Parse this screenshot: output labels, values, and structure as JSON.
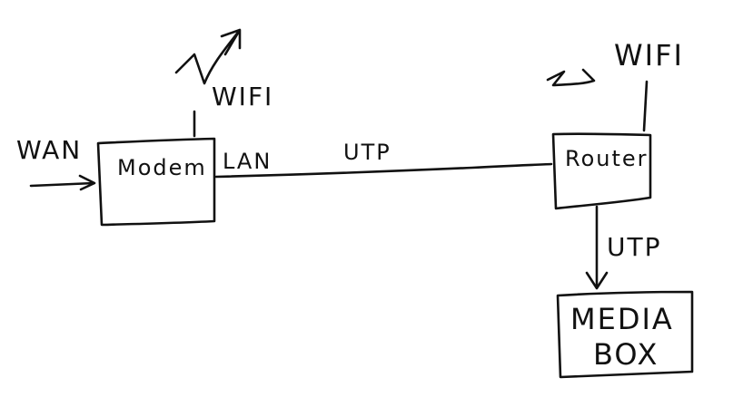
{
  "labels": {
    "wan": "WAN",
    "modem": "Modem",
    "lan": "LAN",
    "utp_main": "UTP",
    "wifi_left": "WIFI",
    "router": "Router",
    "wifi_right": "WIFI",
    "utp_down": "UTP",
    "media": "MEDIA",
    "box": "BOX"
  },
  "colors": {
    "ink": "#111111",
    "background": "#ffffff"
  }
}
